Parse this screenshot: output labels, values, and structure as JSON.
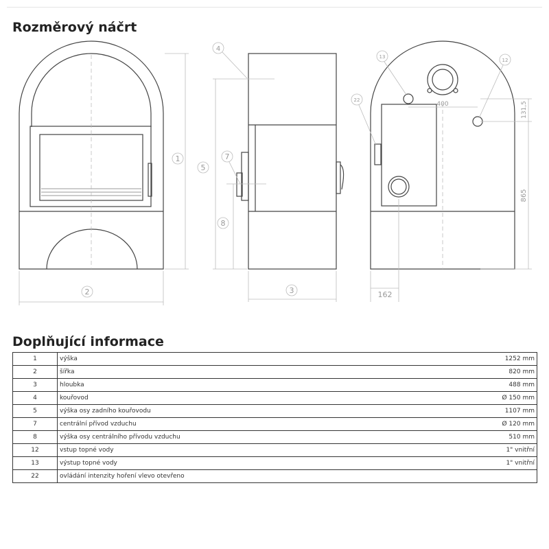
{
  "section1_title": "Rozměrový náčrt",
  "section2_title": "Doplňující informace",
  "callouts": {
    "c1": "1",
    "c2": "2",
    "c3": "3",
    "c4": "4",
    "c5": "5",
    "c7": "7",
    "c8": "8",
    "c12": "12",
    "c13": "13",
    "c22": "22"
  },
  "dimensions": {
    "d400": "400",
    "d131": "131,5",
    "d865": "865",
    "d162": "162"
  },
  "table_rows": [
    {
      "num": "1",
      "label": "výška",
      "value": "1252 mm"
    },
    {
      "num": "2",
      "label": "šířka",
      "value": "820 mm"
    },
    {
      "num": "3",
      "label": "hloubka",
      "value": "488 mm"
    },
    {
      "num": "4",
      "label": "kouřovod",
      "value": "Ø 150 mm"
    },
    {
      "num": "5",
      "label": "výška osy zadního kouřovodu",
      "value": "1107 mm"
    },
    {
      "num": "7",
      "label": "centrální přívod vzduchu",
      "value": "Ø 120 mm"
    },
    {
      "num": "8",
      "label": "výška osy centrálního přívodu vzduchu",
      "value": "510 mm"
    },
    {
      "num": "12",
      "label": "vstup topné vody",
      "value": "1\" vnitřní"
    },
    {
      "num": "13",
      "label": "výstup topné vody",
      "value": "1\" vnitřní"
    },
    {
      "num": "22",
      "label": "ovládání intenzity hoření    vlevo otevřeno",
      "value": ""
    }
  ]
}
